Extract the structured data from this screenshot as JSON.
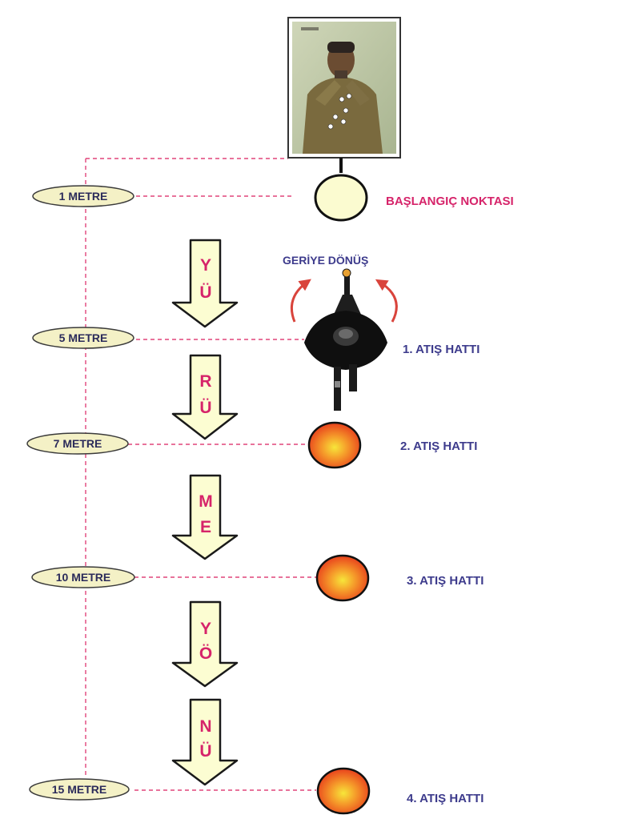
{
  "colors": {
    "dash_line": "#e0457a",
    "pill_fill": "#f4f1c6",
    "arrow_fill": "#fcfdd2",
    "arrow_text": "#d6246a",
    "line_label": "#3d3b8c",
    "start_label": "#d6246a",
    "target_outer": "#ef5a1f",
    "target_inner": "#f7e63a",
    "turn_arrow": "#d9443c"
  },
  "distances": {
    "d1": "1 METRE",
    "d5": "5 METRE",
    "d7": "7 METRE",
    "d10": "10 METRE",
    "d15": "15 METRE"
  },
  "arrows": [
    {
      "letters": [
        "Y",
        "Ü"
      ]
    },
    {
      "letters": [
        "R",
        "Ü"
      ]
    },
    {
      "letters": [
        "M",
        "E"
      ]
    },
    {
      "letters": [
        "Y",
        "Ö"
      ]
    },
    {
      "letters": [
        "N",
        "Ü"
      ]
    }
  ],
  "labels": {
    "start": "BAŞLANGIÇ NOKTASI",
    "turn": "GERİYE DÖNÜŞ",
    "line1": "1. ATIŞ HATTI",
    "line2": "2. ATIŞ HATTI",
    "line3": "3. ATIŞ HATTI",
    "line4": "4. ATIŞ HATTI"
  },
  "icons": {
    "target_photo": "shooting-target-photo",
    "shooter": "shooter-top-view-icon",
    "turn": "turn-arrow-icon"
  }
}
